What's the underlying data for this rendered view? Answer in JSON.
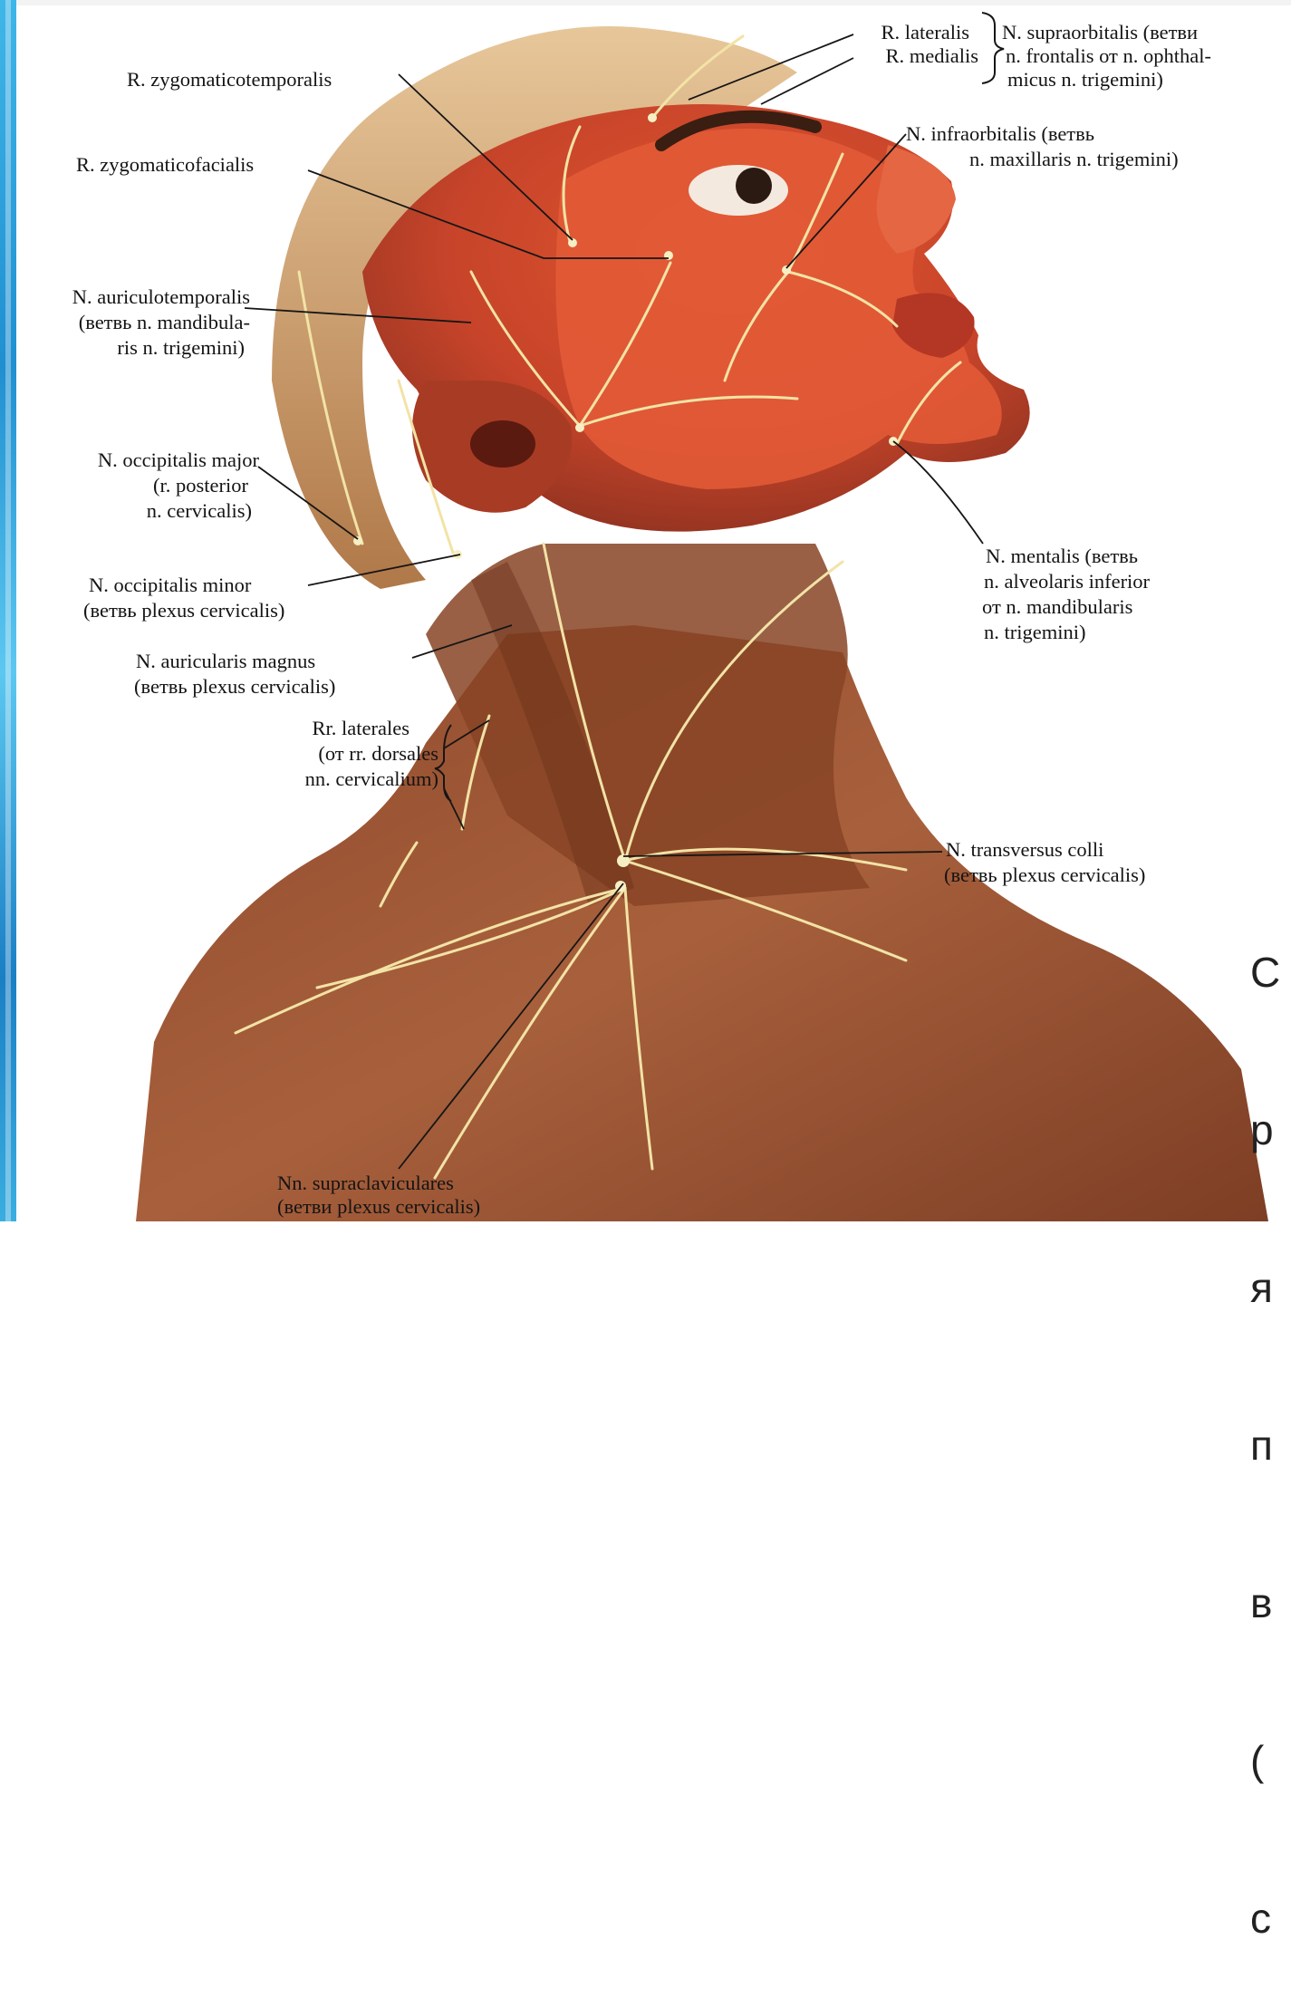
{
  "labels": {
    "r_lateralis": "R. lateralis",
    "r_medialis": "R. medialis",
    "supraorbitalis": [
      "N. supraorbitalis (ветви",
      "n. frontalis от n. ophthal-",
      "micus n. trigemini)"
    ],
    "zygomaticotemporalis": "R. zygomaticotemporalis",
    "infraorbitalis": [
      "N. infraorbitalis (ветвь",
      "n. maxillaris n. trigemini)"
    ],
    "zygomaticofacialis": "R. zygomaticofacialis",
    "auriculotemporalis": [
      "N. auriculotemporalis",
      "(ветвь n. mandibula-",
      "ris n. trigemini)"
    ],
    "occipitalis_major": [
      "N. occipitalis major",
      "(r. posterior",
      "n. cervicalis)"
    ],
    "mentalis": [
      "N. mentalis (ветвь",
      "n. alveolaris inferior",
      "от n. mandibularis",
      "n. trigemini)"
    ],
    "occipitalis_minor": [
      "N. occipitalis minor",
      "(ветвь plexus cervicalis)"
    ],
    "auricularis_magnus": [
      "N. auricularis magnus",
      "(ветвь plexus cervicalis)"
    ],
    "rr_laterales": [
      "Rr. laterales",
      "(от rr. dorsales",
      "nn. cervicalium)"
    ],
    "transversus_colli": [
      "N. transversus colli",
      "(ветвь plexus cervicalis)"
    ],
    "supraclaviculares": [
      "Nn. supraclaviculares",
      "(ветви plexus cervicalis)"
    ]
  },
  "side_text": [
    "С",
    "р",
    "я",
    "п",
    "в",
    "(",
    "с"
  ],
  "colors": {
    "face_red": "#d8442c",
    "skin": "#a55a38",
    "neck_dark": "#7a3a22",
    "nerve": "#f2e3a6",
    "slide_accent": "#1f8fd0"
  }
}
